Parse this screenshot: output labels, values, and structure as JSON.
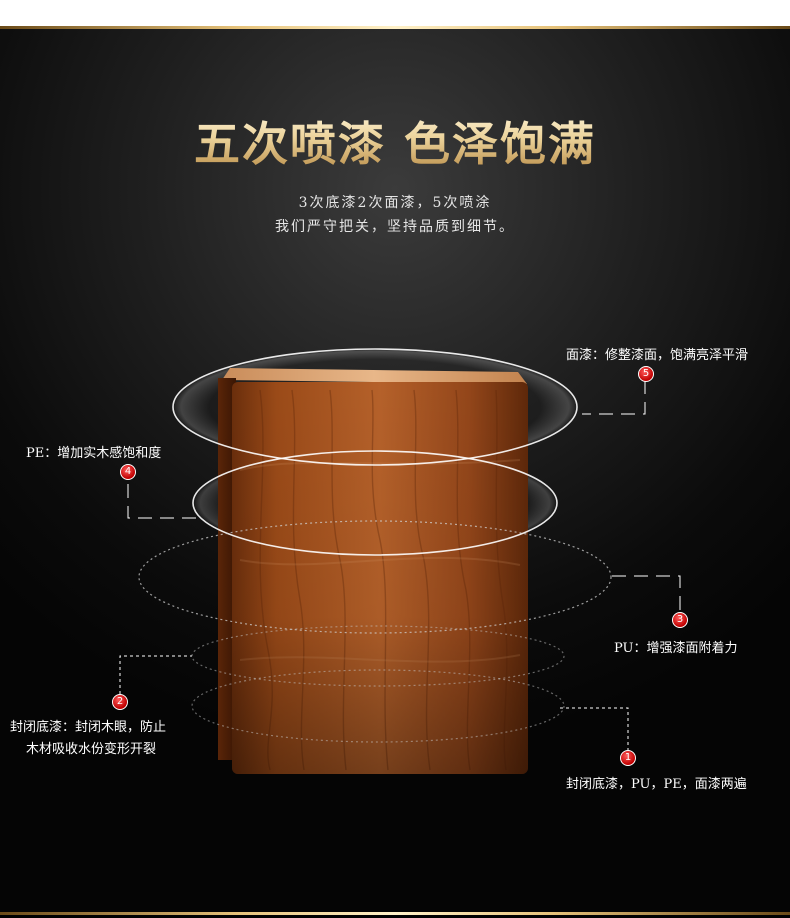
{
  "headline": "五次喷漆  色泽饱满",
  "subtitle_line1": "3次底漆2次面漆，5次喷涂",
  "subtitle_line2": "我们严守把关，坚持品质到细节。",
  "callouts": [
    {
      "number": "5",
      "label": "面漆：修整漆面，饱满亮泽平滑"
    },
    {
      "number": "4",
      "label": "PE：增加实木感饱和度"
    },
    {
      "number": "3",
      "label": "PU：增强漆面附着力"
    },
    {
      "number": "2",
      "label_line1": "封闭底漆：封闭木眼，防止",
      "label_line2": "木材吸收水份变形开裂"
    },
    {
      "number": "1",
      "label": "封闭底漆，PU，PE，面漆两遍"
    }
  ],
  "colors": {
    "gold": "#e6c27a",
    "wood": "#8a3f12",
    "badge": "#c00000",
    "background": "#0b0b0b"
  }
}
